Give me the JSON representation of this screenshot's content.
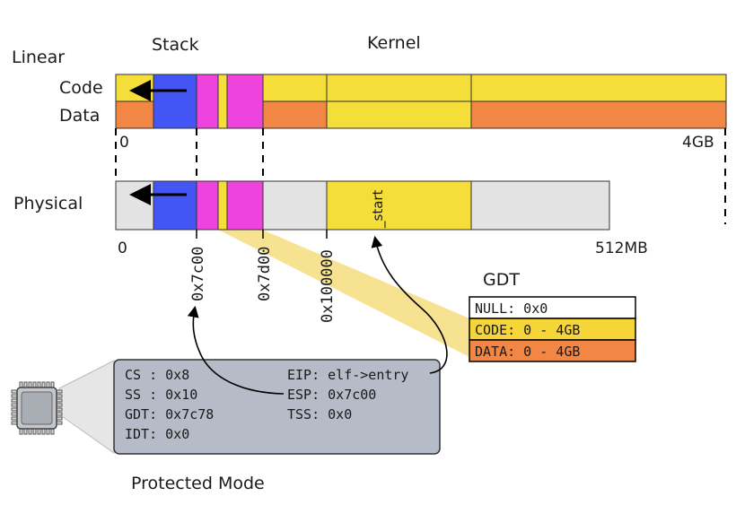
{
  "labels": {
    "linear": "Linear",
    "code": "Code",
    "data": "Data",
    "stack": "Stack",
    "kernel": "Kernel",
    "physical": "Physical",
    "linear_start": "0",
    "linear_end": "4GB",
    "physical_start": "0",
    "physical_end": "512MB",
    "addr_7c00": "0x7c00",
    "addr_7d00": "0x7d00",
    "addr_100000": "0x100000",
    "start_symbol": "_start",
    "gdt_title": "GDT",
    "protected_mode": "Protected Mode"
  },
  "gdt_entries": [
    {
      "text": "NULL: 0x0",
      "color": "#ffffff"
    },
    {
      "text": "CODE: 0 - 4GB",
      "color": "#f5d538"
    },
    {
      "text": "DATA: 0 - 4GB",
      "color": "#f28644"
    }
  ],
  "registers": {
    "cs": "CS : 0x8",
    "ss": "SS : 0x10",
    "gdt": "GDT: 0x7c78",
    "idt": "IDT: 0x0",
    "eip": "EIP: elf->entry",
    "esp": "ESP: 0x7c00",
    "tss": "TSS: 0x0"
  },
  "colors": {
    "code_yellow": "#f5dd3a",
    "data_orange": "#f28644",
    "stack_blue": "#4455f5",
    "magenta": "#ee44dd",
    "physical_gray": "#e3e3e3",
    "register_box": "#b5bcc7",
    "gdt_highlight": "#f5e08a"
  }
}
